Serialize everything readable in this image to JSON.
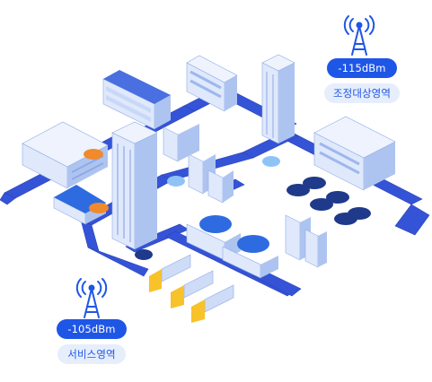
{
  "signals": {
    "target_zone": {
      "signal_value": "-115dBm",
      "zone_label": "조정대상영역",
      "icon": "antenna-tower-icon"
    },
    "service_zone": {
      "signal_value": "-105dBm",
      "zone_label": "서비스영역",
      "icon": "antenna-tower-icon"
    }
  },
  "colors": {
    "accent": "#1e56e6",
    "accent_light": "#e6eefc",
    "road": "#3553d6",
    "building_face": "#dfe9fb",
    "building_side": "#aec4f0",
    "truck_cab": "#f7c22a",
    "car_orange": "#f08a2c",
    "car_navy": "#1f3a8a"
  }
}
